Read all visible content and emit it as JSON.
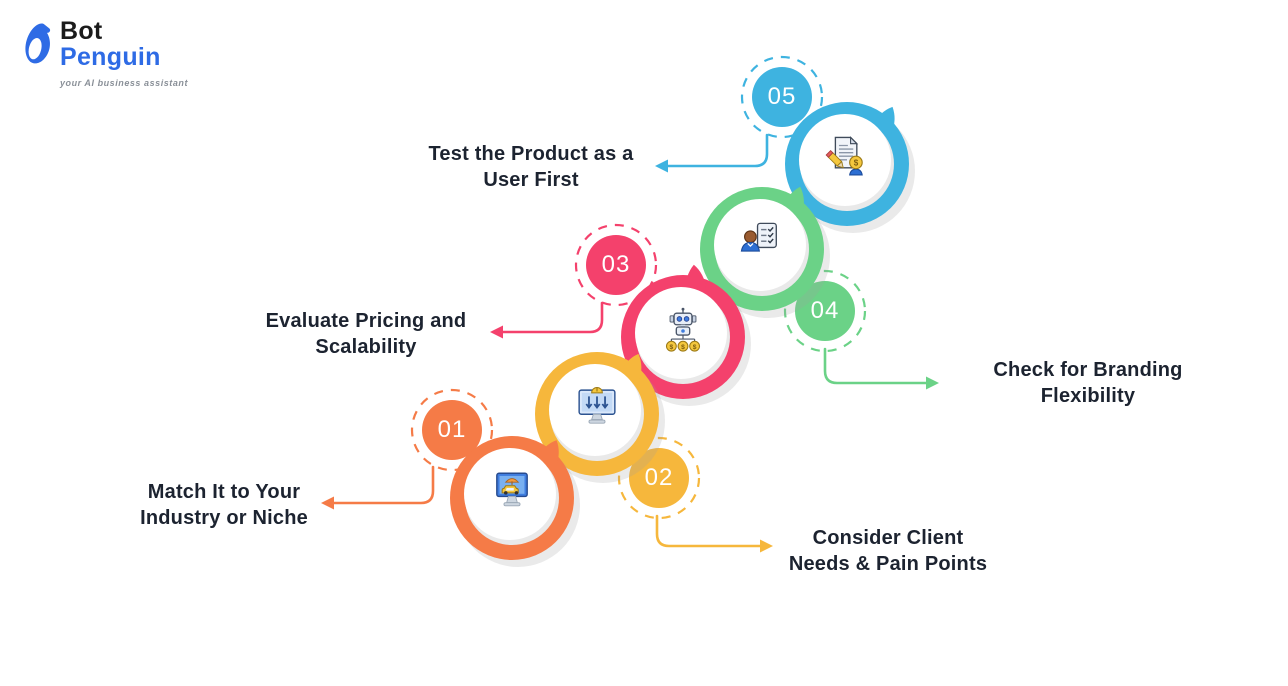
{
  "logo": {
    "brand_top": "Bot",
    "brand_bottom": "Penguin",
    "tagline": "your AI business assistant",
    "brand_blue": "#2e6be5",
    "brand_dark": "#1b1b1b",
    "tagline_color": "#8a9098"
  },
  "text_color": "#1c2330",
  "shadow_gray": "#e9e9e9",
  "steps": [
    {
      "number": "01",
      "lines": [
        "Match It to Your",
        "Industry or Niche"
      ],
      "color": "#f57b47",
      "icon": "monitor-taxi-icon",
      "arrow_direction": "left"
    },
    {
      "number": "02",
      "lines": [
        "Consider Client",
        "Needs & Pain Points"
      ],
      "color": "#f6b73c",
      "icon": "monitor-download-arrows-icon",
      "arrow_direction": "right"
    },
    {
      "number": "03",
      "lines": [
        "Evaluate Pricing and",
        "Scalability"
      ],
      "color": "#f4416c",
      "icon": "robot-coins-icon",
      "arrow_direction": "left"
    },
    {
      "number": "04",
      "lines": [
        "Check for Branding",
        "Flexibility"
      ],
      "color": "#6bd287",
      "icon": "person-checklist-icon",
      "arrow_direction": "right"
    },
    {
      "number": "05",
      "lines": [
        "Test the Product as a",
        "User First"
      ],
      "color": "#3eb3e0",
      "icon": "document-pencil-dollar-icon",
      "arrow_direction": "left"
    }
  ]
}
